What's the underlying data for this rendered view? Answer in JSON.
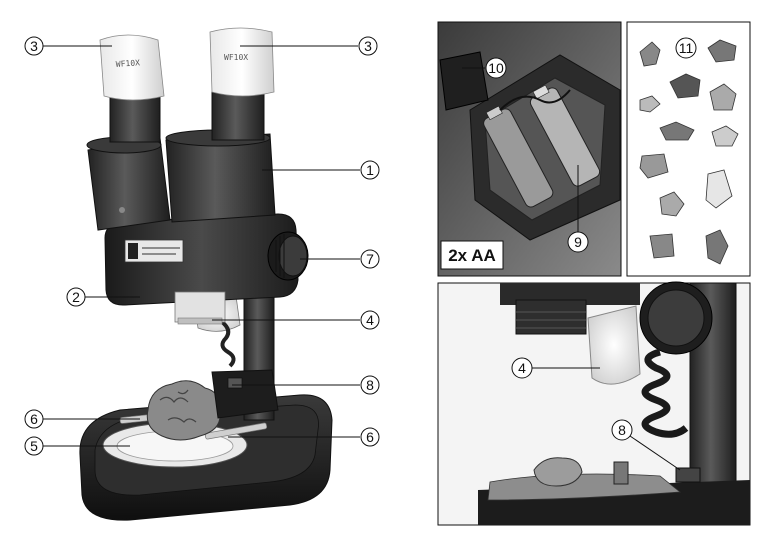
{
  "main_view": {
    "callouts": [
      {
        "id": "eyepiece-left",
        "label": "3"
      },
      {
        "id": "eyepiece-right",
        "label": "3"
      },
      {
        "id": "binocular-head",
        "label": "1"
      },
      {
        "id": "focus-knob",
        "label": "7"
      },
      {
        "id": "objective",
        "label": "2"
      },
      {
        "id": "upper-led",
        "label": "4"
      },
      {
        "id": "lower-light-switch",
        "label": "8"
      },
      {
        "id": "stage-clip-left",
        "label": "6"
      },
      {
        "id": "stage-plate",
        "label": "5"
      },
      {
        "id": "stage-clip-right",
        "label": "6"
      }
    ],
    "eyepiece_text": [
      "WF10X",
      "WF10X"
    ]
  },
  "battery_inset": {
    "callouts": [
      {
        "id": "battery-cover",
        "label": "10"
      },
      {
        "id": "battery-compartment",
        "label": "9"
      }
    ],
    "battery_label": "2x AA"
  },
  "specimen_inset": {
    "callouts": [
      {
        "id": "specimens",
        "label": "11"
      }
    ]
  },
  "detail_inset": {
    "callouts": [
      {
        "id": "upper-led-detail",
        "label": "4"
      },
      {
        "id": "switch-detail",
        "label": "8"
      }
    ]
  },
  "colors": {
    "line": "#111111",
    "dark_body": "#2b2b2b",
    "mid_gray": "#7a7a7a",
    "light_gray": "#d6d6d6",
    "photo_bg": "#5a5a5a"
  }
}
